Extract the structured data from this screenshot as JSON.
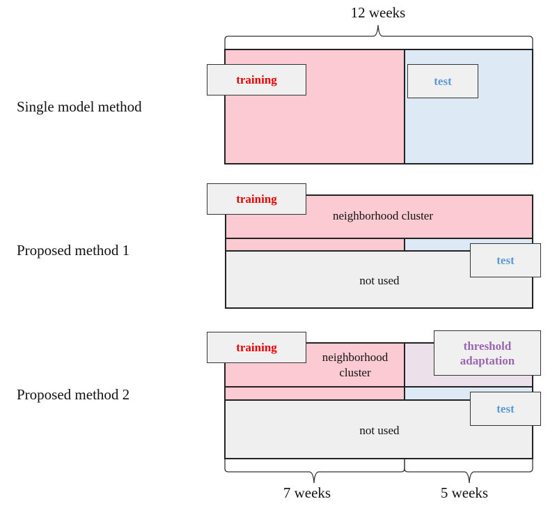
{
  "colors": {
    "training": "#e60000",
    "test": "#5b9bd5",
    "threshold": "#9b65b0",
    "training_fill": "#fbcad2",
    "test_fill": "#ddeaf5",
    "threshold_fill": "#ece0ea",
    "unused_fill": "#efefef",
    "tag_fill": "#f0f0f0",
    "border": "#222222"
  },
  "durations": {
    "total": "12 weeks",
    "training_span": "7 weeks",
    "test_span": "5 weeks"
  },
  "rows": [
    {
      "label": "Single model method",
      "tags": {
        "training": "training",
        "test": "test"
      }
    },
    {
      "label": "Proposed method 1",
      "tags": {
        "training": "training",
        "test": "test"
      },
      "cluster_text": "neighborhood cluster",
      "unused_text": "not used"
    },
    {
      "label": "Proposed method 2",
      "tags": {
        "training": "training",
        "threshold": "threshold adaptation",
        "test": "test"
      },
      "cluster_text": "neighborhood cluster",
      "unused_text": "not used"
    }
  ]
}
